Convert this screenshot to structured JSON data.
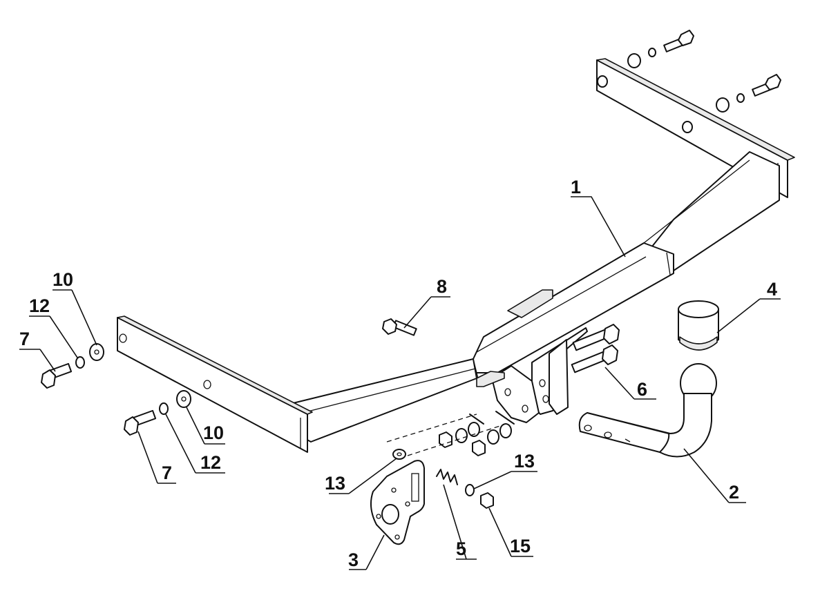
{
  "callouts": [
    {
      "id": "c1",
      "text": "1"
    },
    {
      "id": "c2",
      "text": "2"
    },
    {
      "id": "c3",
      "text": "3"
    },
    {
      "id": "c4",
      "text": "4"
    },
    {
      "id": "c5",
      "text": "5"
    },
    {
      "id": "c6",
      "text": "6"
    },
    {
      "id": "c7a",
      "text": "7"
    },
    {
      "id": "c7b",
      "text": "7"
    },
    {
      "id": "c8",
      "text": "8"
    },
    {
      "id": "c10a",
      "text": "10"
    },
    {
      "id": "c10b",
      "text": "10"
    },
    {
      "id": "c12a",
      "text": "12"
    },
    {
      "id": "c12b",
      "text": "12"
    },
    {
      "id": "c13a",
      "text": "13"
    },
    {
      "id": "c13b",
      "text": "13"
    },
    {
      "id": "c15",
      "text": "15"
    }
  ]
}
